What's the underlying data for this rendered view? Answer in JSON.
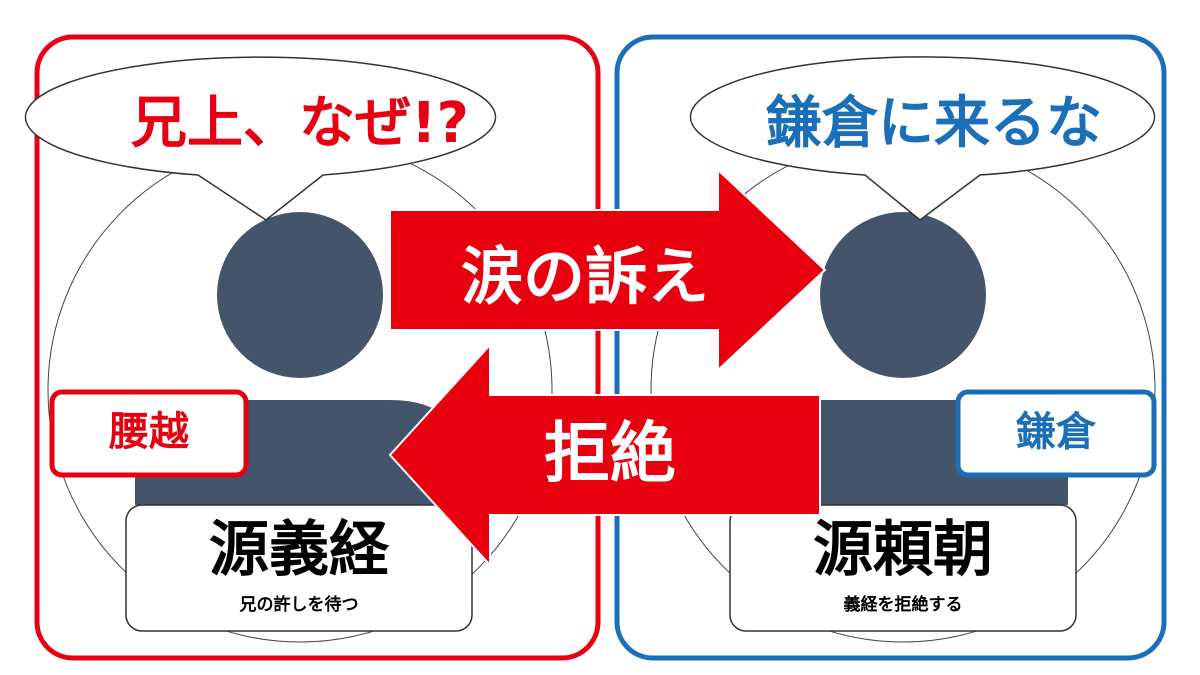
{
  "colors": {
    "left_accent": "#e60012",
    "right_accent": "#1a6fb8",
    "silhouette": "#44546a",
    "arrow_fill": "#e8000f",
    "arrow_text": "#ffffff"
  },
  "left": {
    "speech": "兄上、なぜ!?",
    "location_tag": "腰越",
    "name": "源義経",
    "caption": "兄の許しを待つ",
    "icon": "person-silhouette-icon"
  },
  "right": {
    "speech": "鎌倉に来るな",
    "location_tag": "鎌倉",
    "name": "源頼朝",
    "caption": "義経を拒絶する",
    "icon": "person-silhouette-icon"
  },
  "arrows": {
    "to_right_label": "涙の訴え",
    "to_left_label": "拒絶"
  }
}
